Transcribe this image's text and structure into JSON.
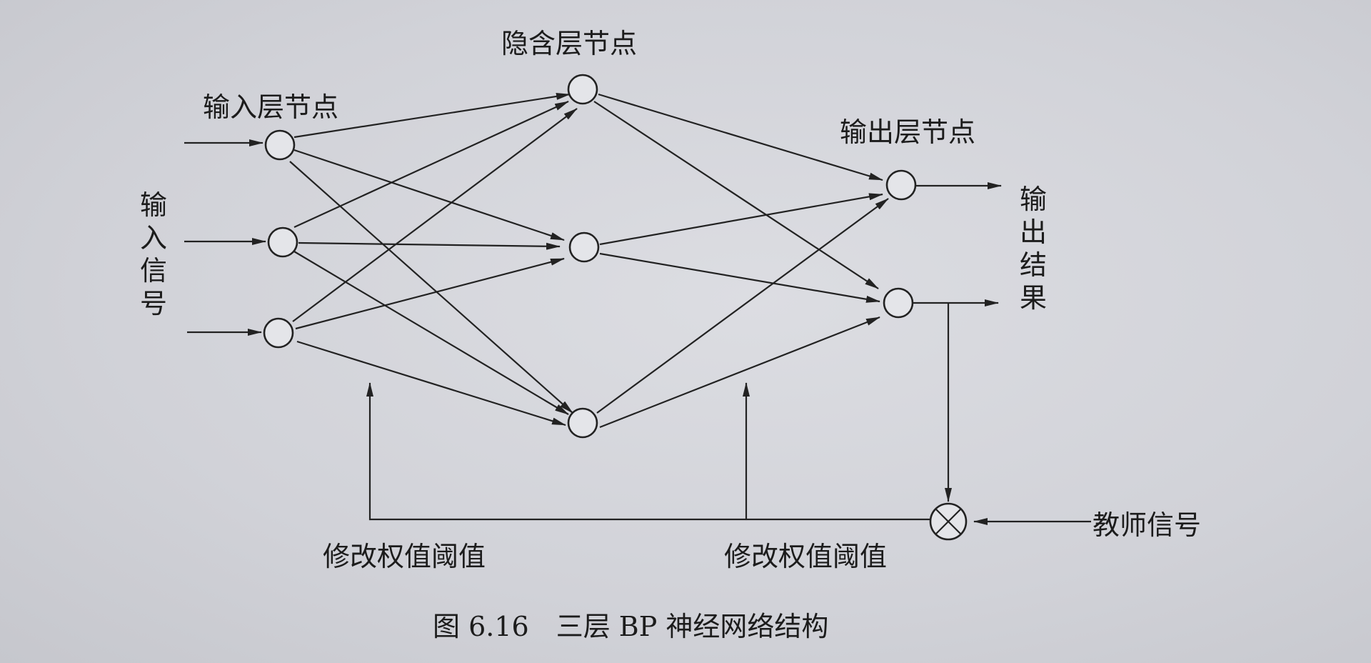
{
  "labels": {
    "input_layer": "输入层节点",
    "hidden_layer": "隐含层节点",
    "output_layer": "输出层节点",
    "input_signal": "输入信号",
    "output_result": "输出结果",
    "teacher_signal": "教师信号",
    "modify_left": "修改权值阈值",
    "modify_right": "修改权值阈值",
    "caption": "图 6.16　三层 BP 神经网络结构"
  }
}
